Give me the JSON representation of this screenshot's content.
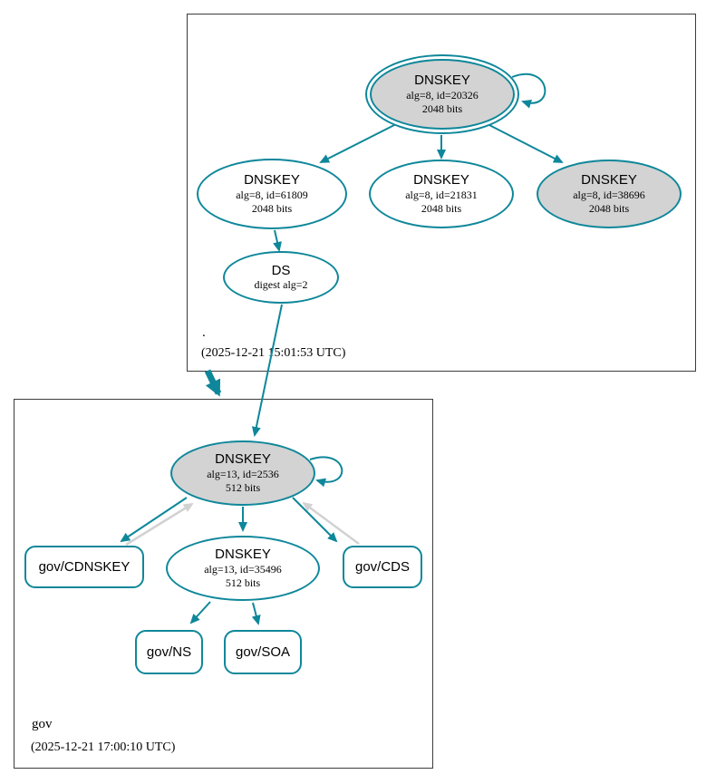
{
  "diagram": {
    "kind": "dnssec-authentication-chain-graph",
    "colors": {
      "secure_edge": "#0e879a",
      "node_border": "#0e879a",
      "ksk_fill": "#d3d3d3",
      "normal_fill": "#ffffff",
      "gray_edge": "#d2d2d2",
      "cluster_border": "#3c3c3c"
    },
    "zones": {
      "root": {
        "label": ".",
        "timestamp": "(2025-12-21 15:01:53 UTC)",
        "nodes": {
          "ksk20326": {
            "title": "DNSKEY",
            "line2": "alg=8, id=20326",
            "line3": "2048 bits",
            "style": "gray-double-border"
          },
          "zsk61809": {
            "title": "DNSKEY",
            "line2": "alg=8, id=61809",
            "line3": "2048 bits",
            "style": "white"
          },
          "zsk21831": {
            "title": "DNSKEY",
            "line2": "alg=8, id=21831",
            "line3": "2048 bits",
            "style": "white"
          },
          "ksk38696": {
            "title": "DNSKEY",
            "line2": "alg=8, id=38696",
            "line3": "2048 bits",
            "style": "gray"
          },
          "ds": {
            "title": "DS",
            "line2": "digest alg=2",
            "style": "white"
          }
        }
      },
      "gov": {
        "label": "gov",
        "timestamp": "(2025-12-21 17:00:10 UTC)",
        "nodes": {
          "ksk2536": {
            "title": "DNSKEY",
            "line2": "alg=13, id=2536",
            "line3": "512 bits",
            "style": "gray"
          },
          "zsk35496": {
            "title": "DNSKEY",
            "line2": "alg=13, id=35496",
            "line3": "512 bits",
            "style": "white"
          },
          "cdnskey": {
            "label": "gov/CDNSKEY"
          },
          "cds": {
            "label": "gov/CDS"
          },
          "ns": {
            "label": "gov/NS"
          },
          "soa": {
            "label": "gov/SOA"
          }
        }
      }
    },
    "edges": [
      {
        "from": "root.ksk20326",
        "to": "root.ksk20326",
        "style": "teal-selfloop"
      },
      {
        "from": "root.ksk20326",
        "to": "root.zsk61809",
        "style": "teal"
      },
      {
        "from": "root.ksk20326",
        "to": "root.zsk21831",
        "style": "teal"
      },
      {
        "from": "root.ksk20326",
        "to": "root.ksk38696",
        "style": "teal"
      },
      {
        "from": "root.zsk61809",
        "to": "root.ds",
        "style": "teal"
      },
      {
        "from": "root.ds",
        "to": "gov.ksk2536",
        "style": "teal"
      },
      {
        "from": "zone-root",
        "to": "zone-gov",
        "style": "teal-thick-delegation"
      },
      {
        "from": "gov.ksk2536",
        "to": "gov.ksk2536",
        "style": "teal-selfloop"
      },
      {
        "from": "gov.ksk2536",
        "to": "gov.cdnskey",
        "style": "teal"
      },
      {
        "from": "gov.cdnskey",
        "to": "gov.ksk2536",
        "style": "gray"
      },
      {
        "from": "gov.ksk2536",
        "to": "gov.zsk35496",
        "style": "teal"
      },
      {
        "from": "gov.ksk2536",
        "to": "gov.cds",
        "style": "teal"
      },
      {
        "from": "gov.cds",
        "to": "gov.ksk2536",
        "style": "gray"
      },
      {
        "from": "gov.zsk35496",
        "to": "gov.ns",
        "style": "teal"
      },
      {
        "from": "gov.zsk35496",
        "to": "gov.soa",
        "style": "teal"
      }
    ]
  }
}
